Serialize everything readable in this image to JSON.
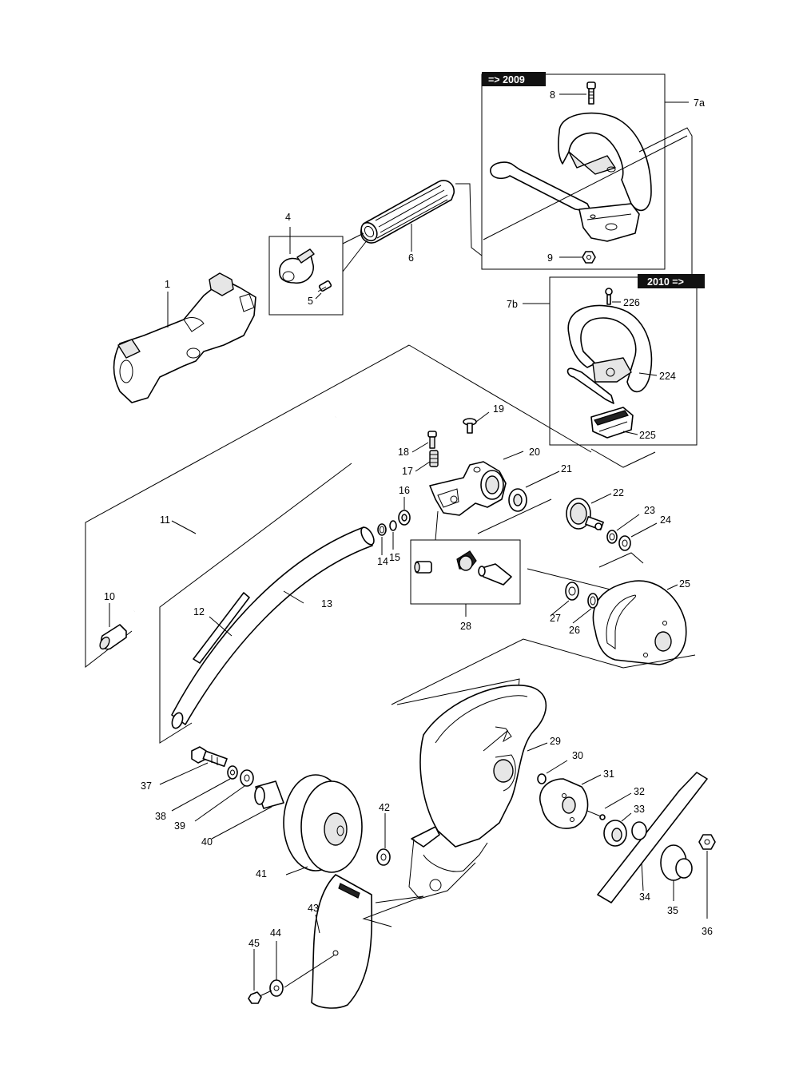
{
  "boxes": {
    "box_2009": "=> 2009",
    "box_2010": "2010 =>"
  },
  "labels": {
    "p1": "1",
    "p4": "4",
    "p5": "5",
    "p6": "6",
    "p7a": "7a",
    "p7b": "7b",
    "p8": "8",
    "p9": "9",
    "p10": "10",
    "p11": "11",
    "p12": "12",
    "p13": "13",
    "p14": "14",
    "p15": "15",
    "p16": "16",
    "p17": "17",
    "p18": "18",
    "p19": "19",
    "p20": "20",
    "p21": "21",
    "p22": "22",
    "p23": "23",
    "p24": "24",
    "p25": "25",
    "p26": "26",
    "p27": "27",
    "p28": "28",
    "p29": "29",
    "p30": "30",
    "p31": "31",
    "p32": "32",
    "p33": "33",
    "p34": "34",
    "p35": "35",
    "p36": "36",
    "p37": "37",
    "p38": "38",
    "p39": "39",
    "p40": "40",
    "p41": "41",
    "p42": "42",
    "p43": "43",
    "p44": "44",
    "p45": "45",
    "p224": "224",
    "p225": "225",
    "p226": "226"
  }
}
